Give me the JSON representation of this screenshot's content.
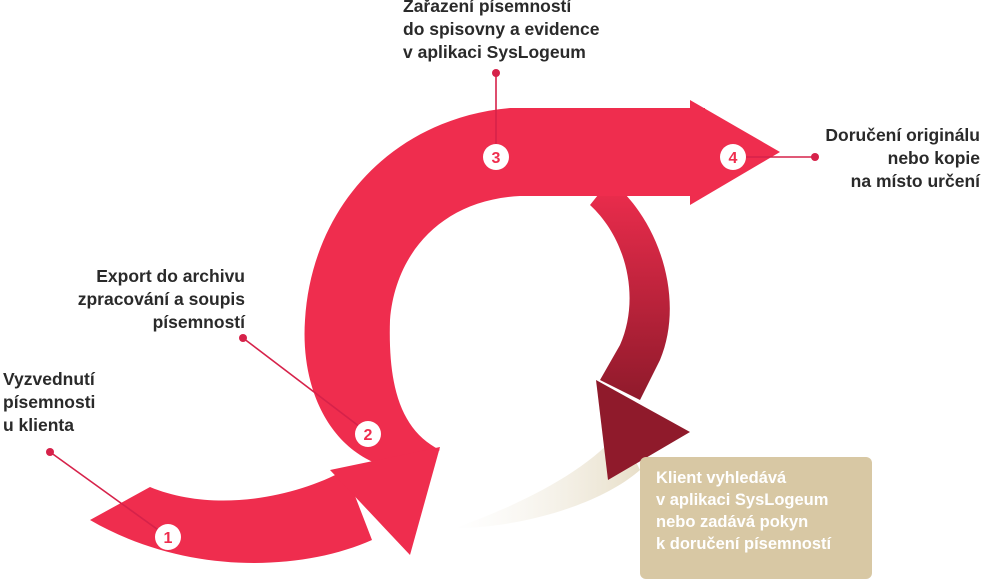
{
  "steps": [
    {
      "num": "1",
      "lines": [
        "Vyzvednutí",
        "písemnosti",
        "u klienta"
      ]
    },
    {
      "num": "2",
      "lines": [
        "Export do archivu",
        "zpracování a soupis",
        "písemností"
      ]
    },
    {
      "num": "3",
      "lines": [
        "Zařazení písemností",
        "do spisovny a evidence",
        "v aplikaci SysLogeum"
      ]
    },
    {
      "num": "4",
      "lines": [
        "Doručení originálu",
        "nebo kopie",
        "na místo určení"
      ]
    }
  ],
  "note": {
    "lines": [
      "Klient vyhledává",
      "v aplikaci SysLogeum",
      "nebo zadává pokyn",
      "k doručení písemností"
    ]
  },
  "colors": {
    "arrow": "#ef2d4e",
    "arrow_dark": "#8f1a2b",
    "connector": "#d6224a",
    "note_bg": "#d8c8a4"
  }
}
